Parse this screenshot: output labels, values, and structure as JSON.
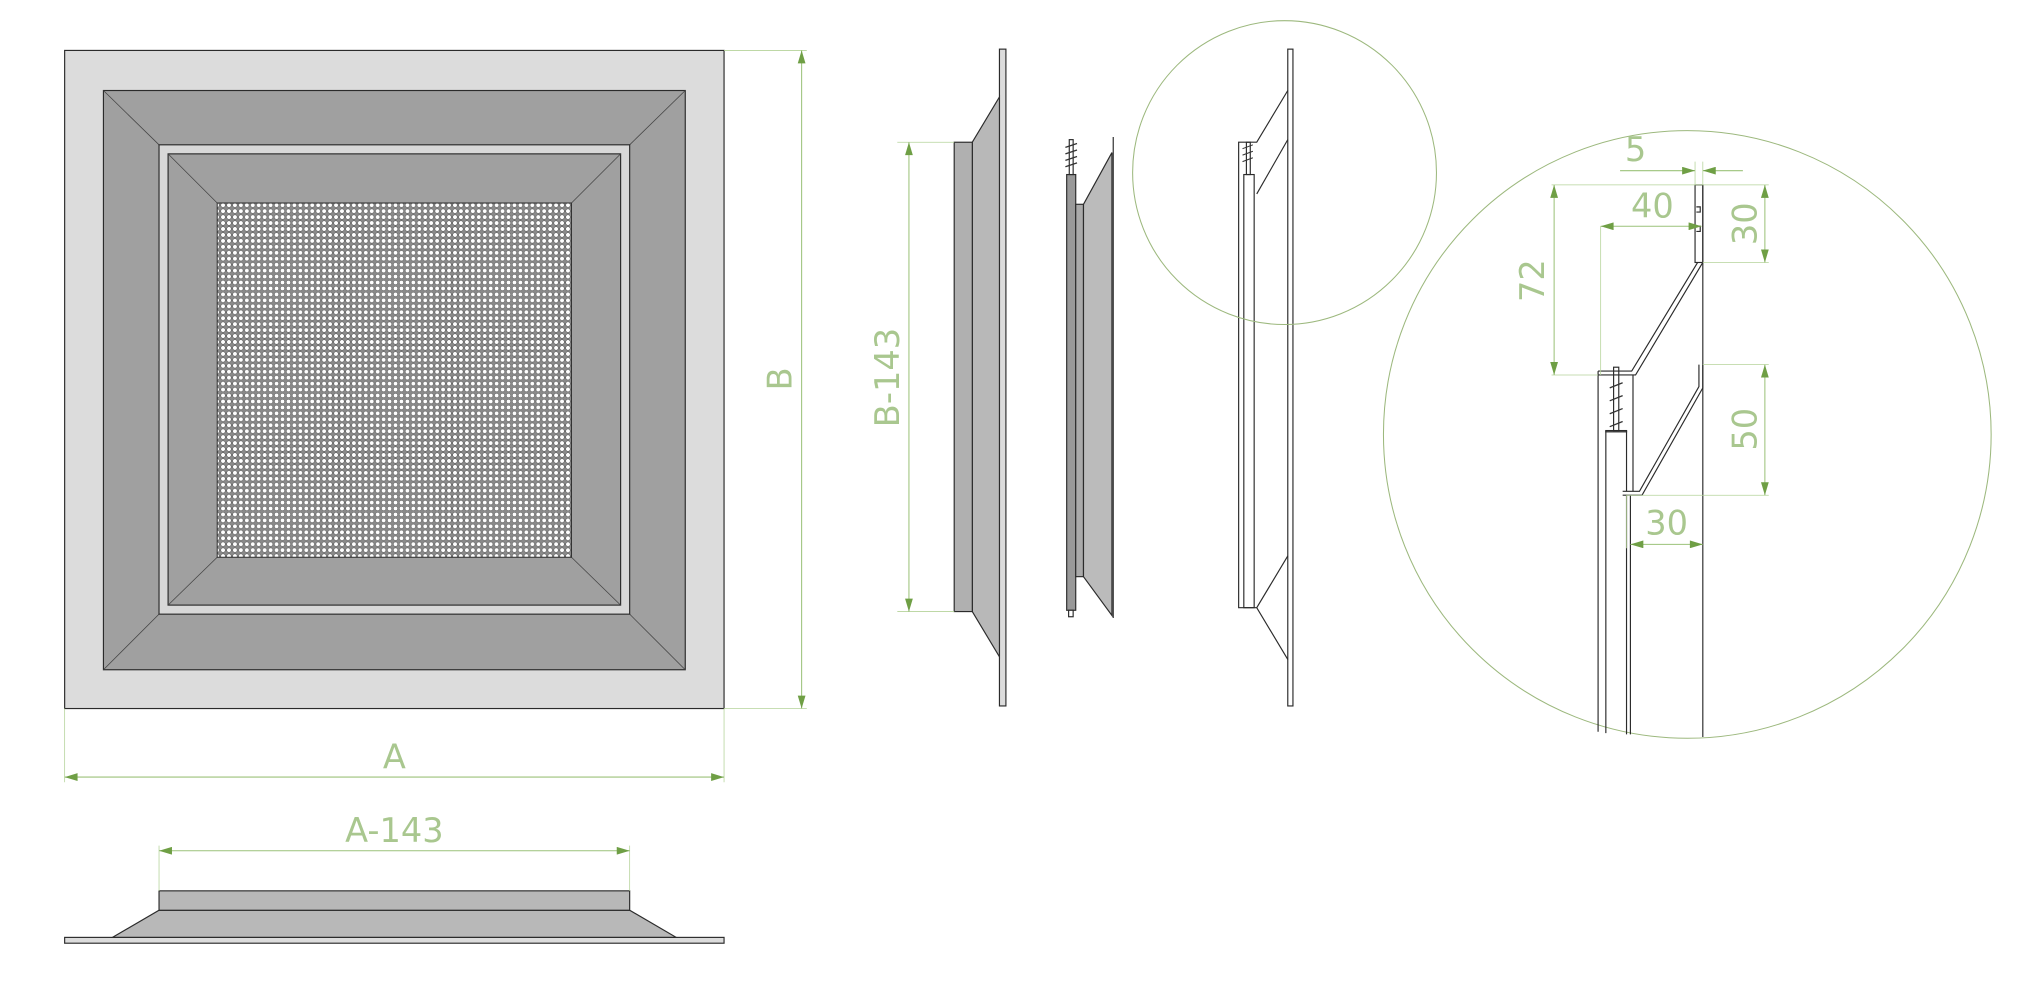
{
  "drawing": {
    "front_view": {
      "width_label": "A",
      "height_label": "B"
    },
    "bottom_view": {
      "neck_width_label": "A-143"
    },
    "side_view": {
      "neck_height_label": "B-143"
    },
    "detail_view": {
      "dimensions": {
        "flange_thickness": "5",
        "offset_top": "40",
        "total_height": "72",
        "flange_height": "30",
        "lower_height": "50",
        "lower_offset": "30"
      }
    },
    "colors": {
      "dimension": "#9cc27a",
      "arrow": "#6f9f45",
      "frame": "#a0a0a0",
      "flange": "#dcdcdc"
    }
  }
}
